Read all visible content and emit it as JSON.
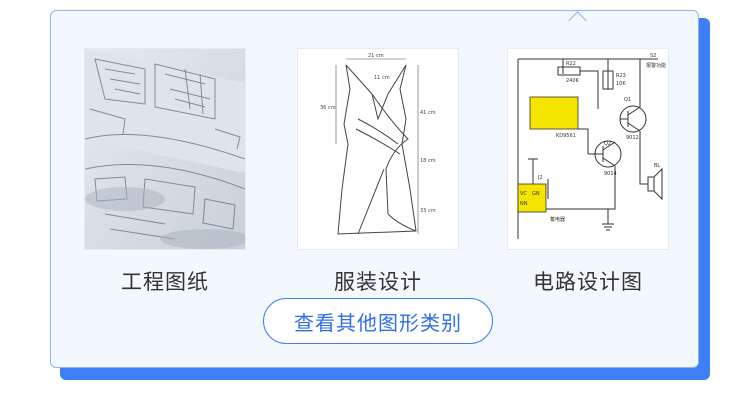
{
  "colors": {
    "accent": "#3d7ff6",
    "card_bg": "#f3f8ff",
    "label": "#333333"
  },
  "categories": [
    {
      "label": "工程图纸",
      "icon": "blueprint-image"
    },
    {
      "label": "服装设计",
      "icon": "dress-sketch-image",
      "annotations": [
        "21 cm",
        "11 cm",
        "36 cm",
        "41 cm",
        "18 cm",
        "33 cm"
      ]
    },
    {
      "label": "电路设计图",
      "icon": "circuit-diagram-image",
      "annotations": [
        "R22",
        "240K",
        "R23",
        "10K",
        "S2",
        "报警功能",
        "Q1",
        "9012",
        "KD9561",
        "Q2",
        "9014",
        "J2",
        "VC",
        "GN",
        "NN",
        "蓄电器",
        "BL"
      ]
    }
  ],
  "more_button": {
    "label": "查看其他图形类别"
  }
}
